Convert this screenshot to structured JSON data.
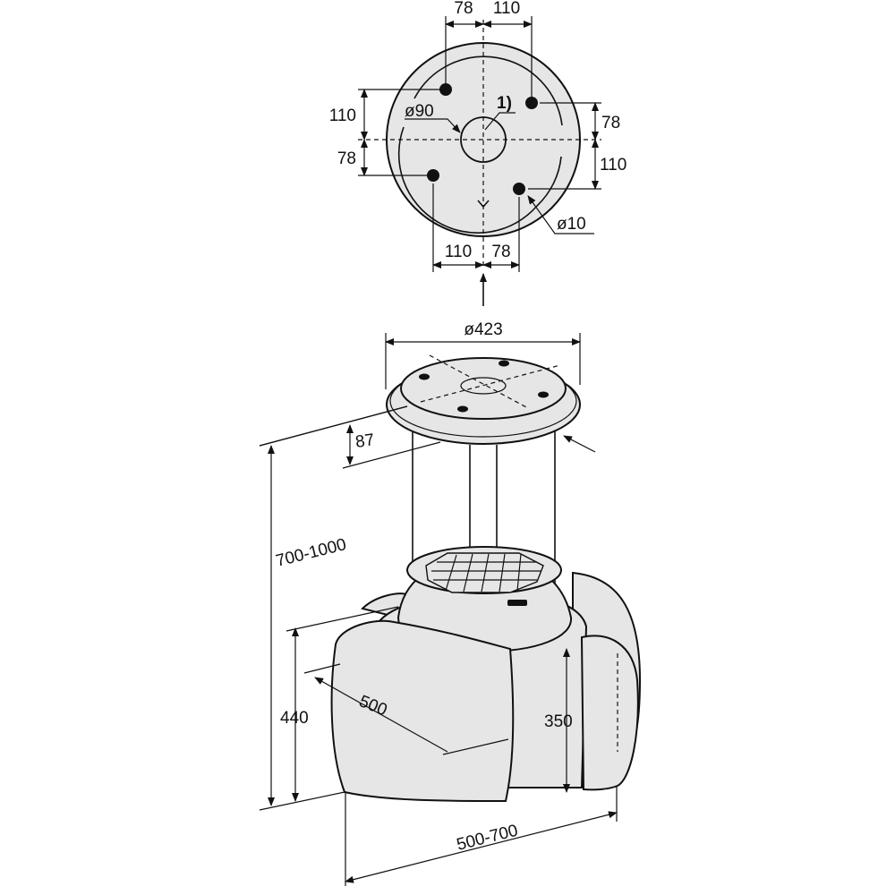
{
  "diagram": {
    "top_view": {
      "dim_top_left": "78",
      "dim_top_right": "110",
      "dim_left_upper": "110",
      "dim_left_lower": "78",
      "dim_right_upper": "78",
      "dim_right_lower": "110",
      "dim_bottom_left": "110",
      "dim_bottom_right": "78",
      "center_hole_diameter": "ø90",
      "note_marker": "1)",
      "mount_hole_diameter": "ø10"
    },
    "side_view": {
      "plate_diameter": "ø423",
      "plate_height": "87",
      "total_height_range": "700-1000",
      "body_height": "440",
      "body_depth": "500",
      "inner_height": "350",
      "width_range": "500-700"
    },
    "colors": {
      "fill": "#e6e6e6",
      "line": "#111111"
    }
  }
}
